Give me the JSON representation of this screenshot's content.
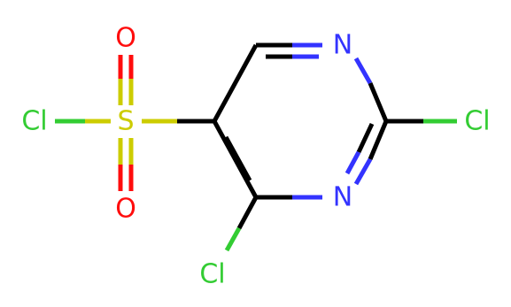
{
  "colors": {
    "carbon_bond": "#000000",
    "nitrogen": "#3333ff",
    "chlorine": "#33cc33",
    "oxygen": "#ff0d0d",
    "sulfur": "#cccc00"
  },
  "atoms": {
    "cl_sulfonyl": "Cl",
    "s": "S",
    "o_top": "O",
    "o_bottom": "O",
    "n1": "N",
    "n3": "N",
    "cl_2": "Cl",
    "cl_4": "Cl"
  }
}
